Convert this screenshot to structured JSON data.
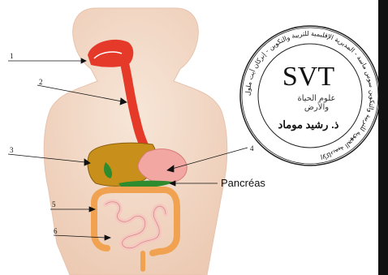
{
  "labels": [
    {
      "id": "1",
      "text": "1"
    },
    {
      "id": "2",
      "text": "2"
    },
    {
      "id": "3",
      "text": "3"
    },
    {
      "id": "4",
      "text": "4"
    },
    {
      "id": "5",
      "text": "5"
    },
    {
      "id": "6",
      "text": "6"
    }
  ],
  "pancreas_label": "Pancréas",
  "stamp": {
    "main": "SVT",
    "line1": "علوم الحياة والأرض",
    "line2": "ذ. رشيد موماد",
    "ring_text": "الأكاديمية الجهوية للتربية والتكوين سوس ماسة - المديرية الإقليمية للتربية والتكوين - إنزكان أيت ملول"
  },
  "colors": {
    "body": "#f3d9c6",
    "oral_esophagus": "#e53a2a",
    "liver": "#b8860b",
    "stomach": "#f2a7a3",
    "pancreas": "#2e8b2e",
    "small_intestine": "#f6c7c0",
    "large_intestine": "#f0a250"
  }
}
